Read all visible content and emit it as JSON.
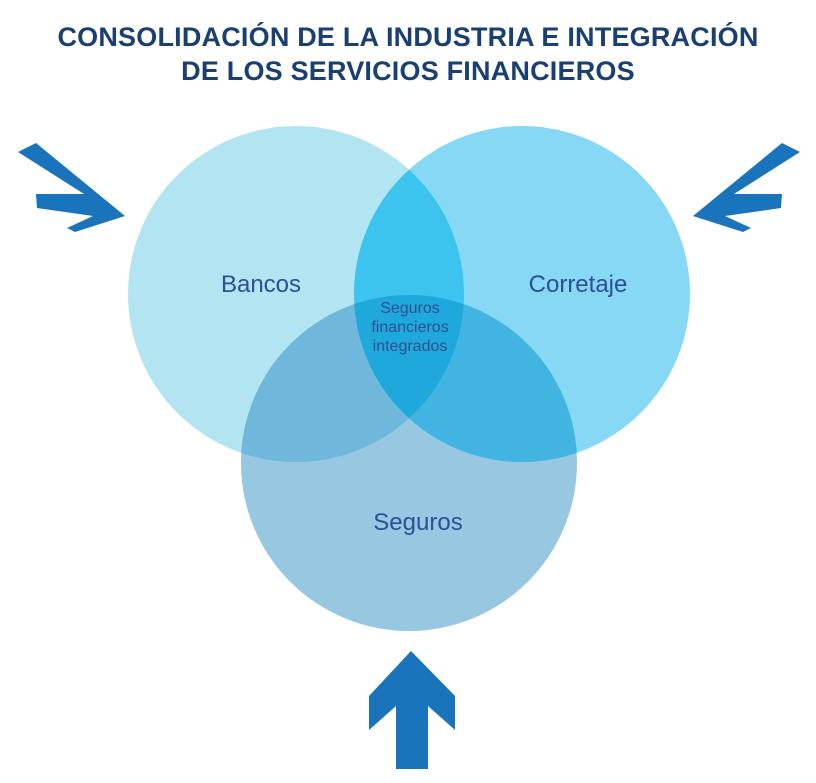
{
  "title": {
    "line1": "CONSOLIDACIÓN DE LA INDUSTRIA E INTEGRACIÓN",
    "line2": "DE LOS SERVICIOS FINANCIEROS"
  },
  "circles": {
    "bancos": "Bancos",
    "corretaje": "Corretaje",
    "seguros": "Seguros"
  },
  "center": {
    "line1": "Seguros",
    "line2": "financieros",
    "line3": "integrados"
  },
  "colors": {
    "title": "#1a3f73",
    "label": "#2e4f96",
    "bancos": "#b3e4f2",
    "corretaje": "#7fd6f4",
    "seguros": "#8dc6e0",
    "arrow": "#1a74bc"
  },
  "icons": [
    "arrow-icon",
    "arrow-icon",
    "arrow-icon"
  ]
}
